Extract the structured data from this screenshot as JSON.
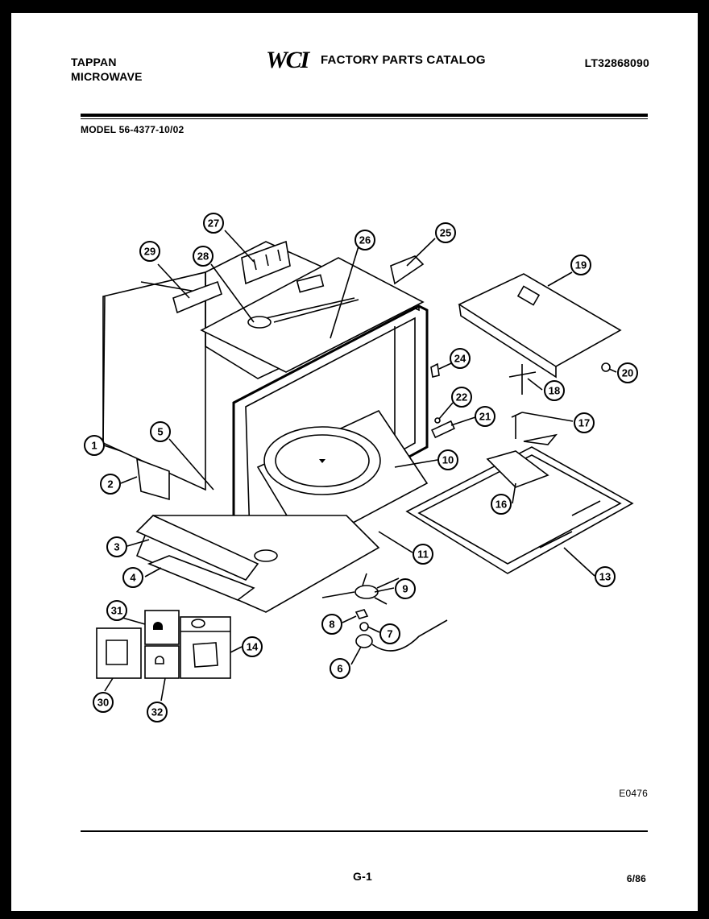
{
  "header": {
    "brand_line1": "TAPPAN",
    "brand_line2": "MICROWAVE",
    "logo": "WCI",
    "catalog_title": "FACTORY PARTS CATALOG",
    "catalog_number": "LT32868090",
    "model": "MODEL 56-4377-10/02"
  },
  "footer": {
    "drawing_code": "E0476",
    "page": "G-1",
    "date": "6/86"
  },
  "callouts": [
    "1",
    "2",
    "3",
    "4",
    "5",
    "6",
    "7",
    "8",
    "9",
    "10",
    "11",
    "13",
    "14",
    "16",
    "17",
    "18",
    "19",
    "20",
    "21",
    "22",
    "24",
    "25",
    "26",
    "27",
    "28",
    "29",
    "30",
    "31",
    "32"
  ]
}
